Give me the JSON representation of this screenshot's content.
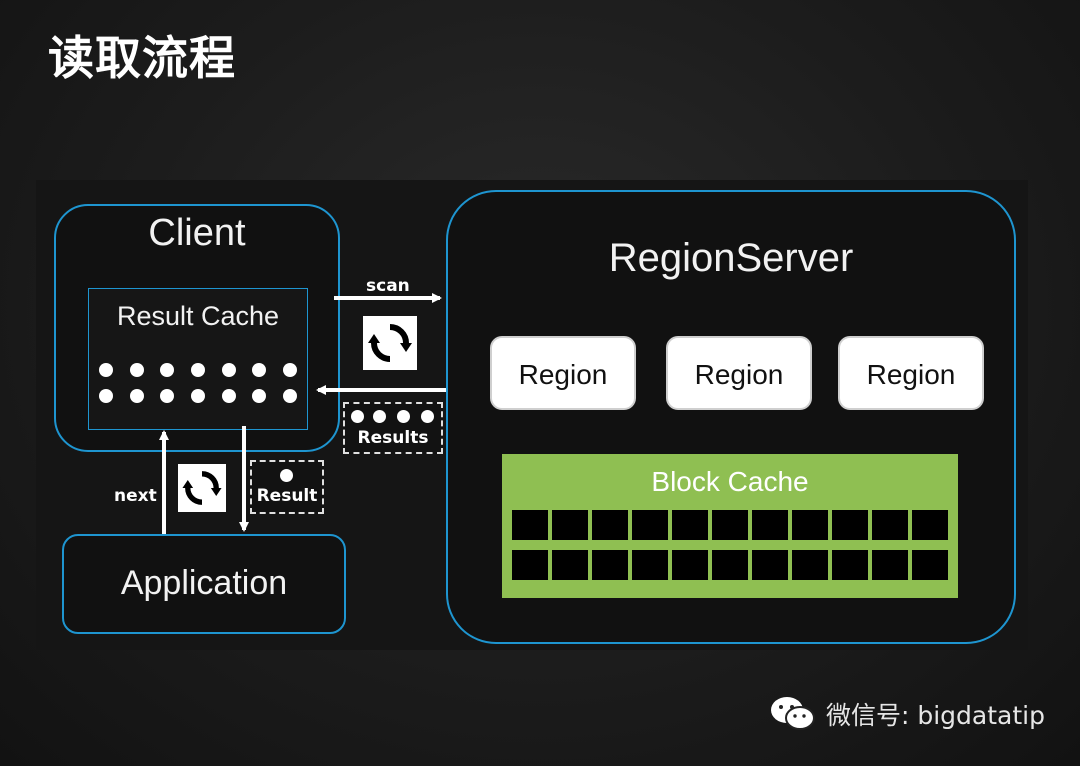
{
  "title": "读取流程",
  "client": {
    "label": "Client",
    "result_cache_label": "Result Cache"
  },
  "regionserver": {
    "label": "RegionServer",
    "regions": [
      "Region",
      "Region",
      "Region"
    ],
    "block_cache_label": "Block Cache"
  },
  "application": {
    "label": "Application"
  },
  "arrows": {
    "scan": "scan",
    "next": "next"
  },
  "results_box": "Results",
  "result_box": "Result",
  "watermark": "微信号: bigdatatip",
  "colors": {
    "border_blue": "#1e95d0",
    "block_cache_green": "#8fbf52"
  }
}
